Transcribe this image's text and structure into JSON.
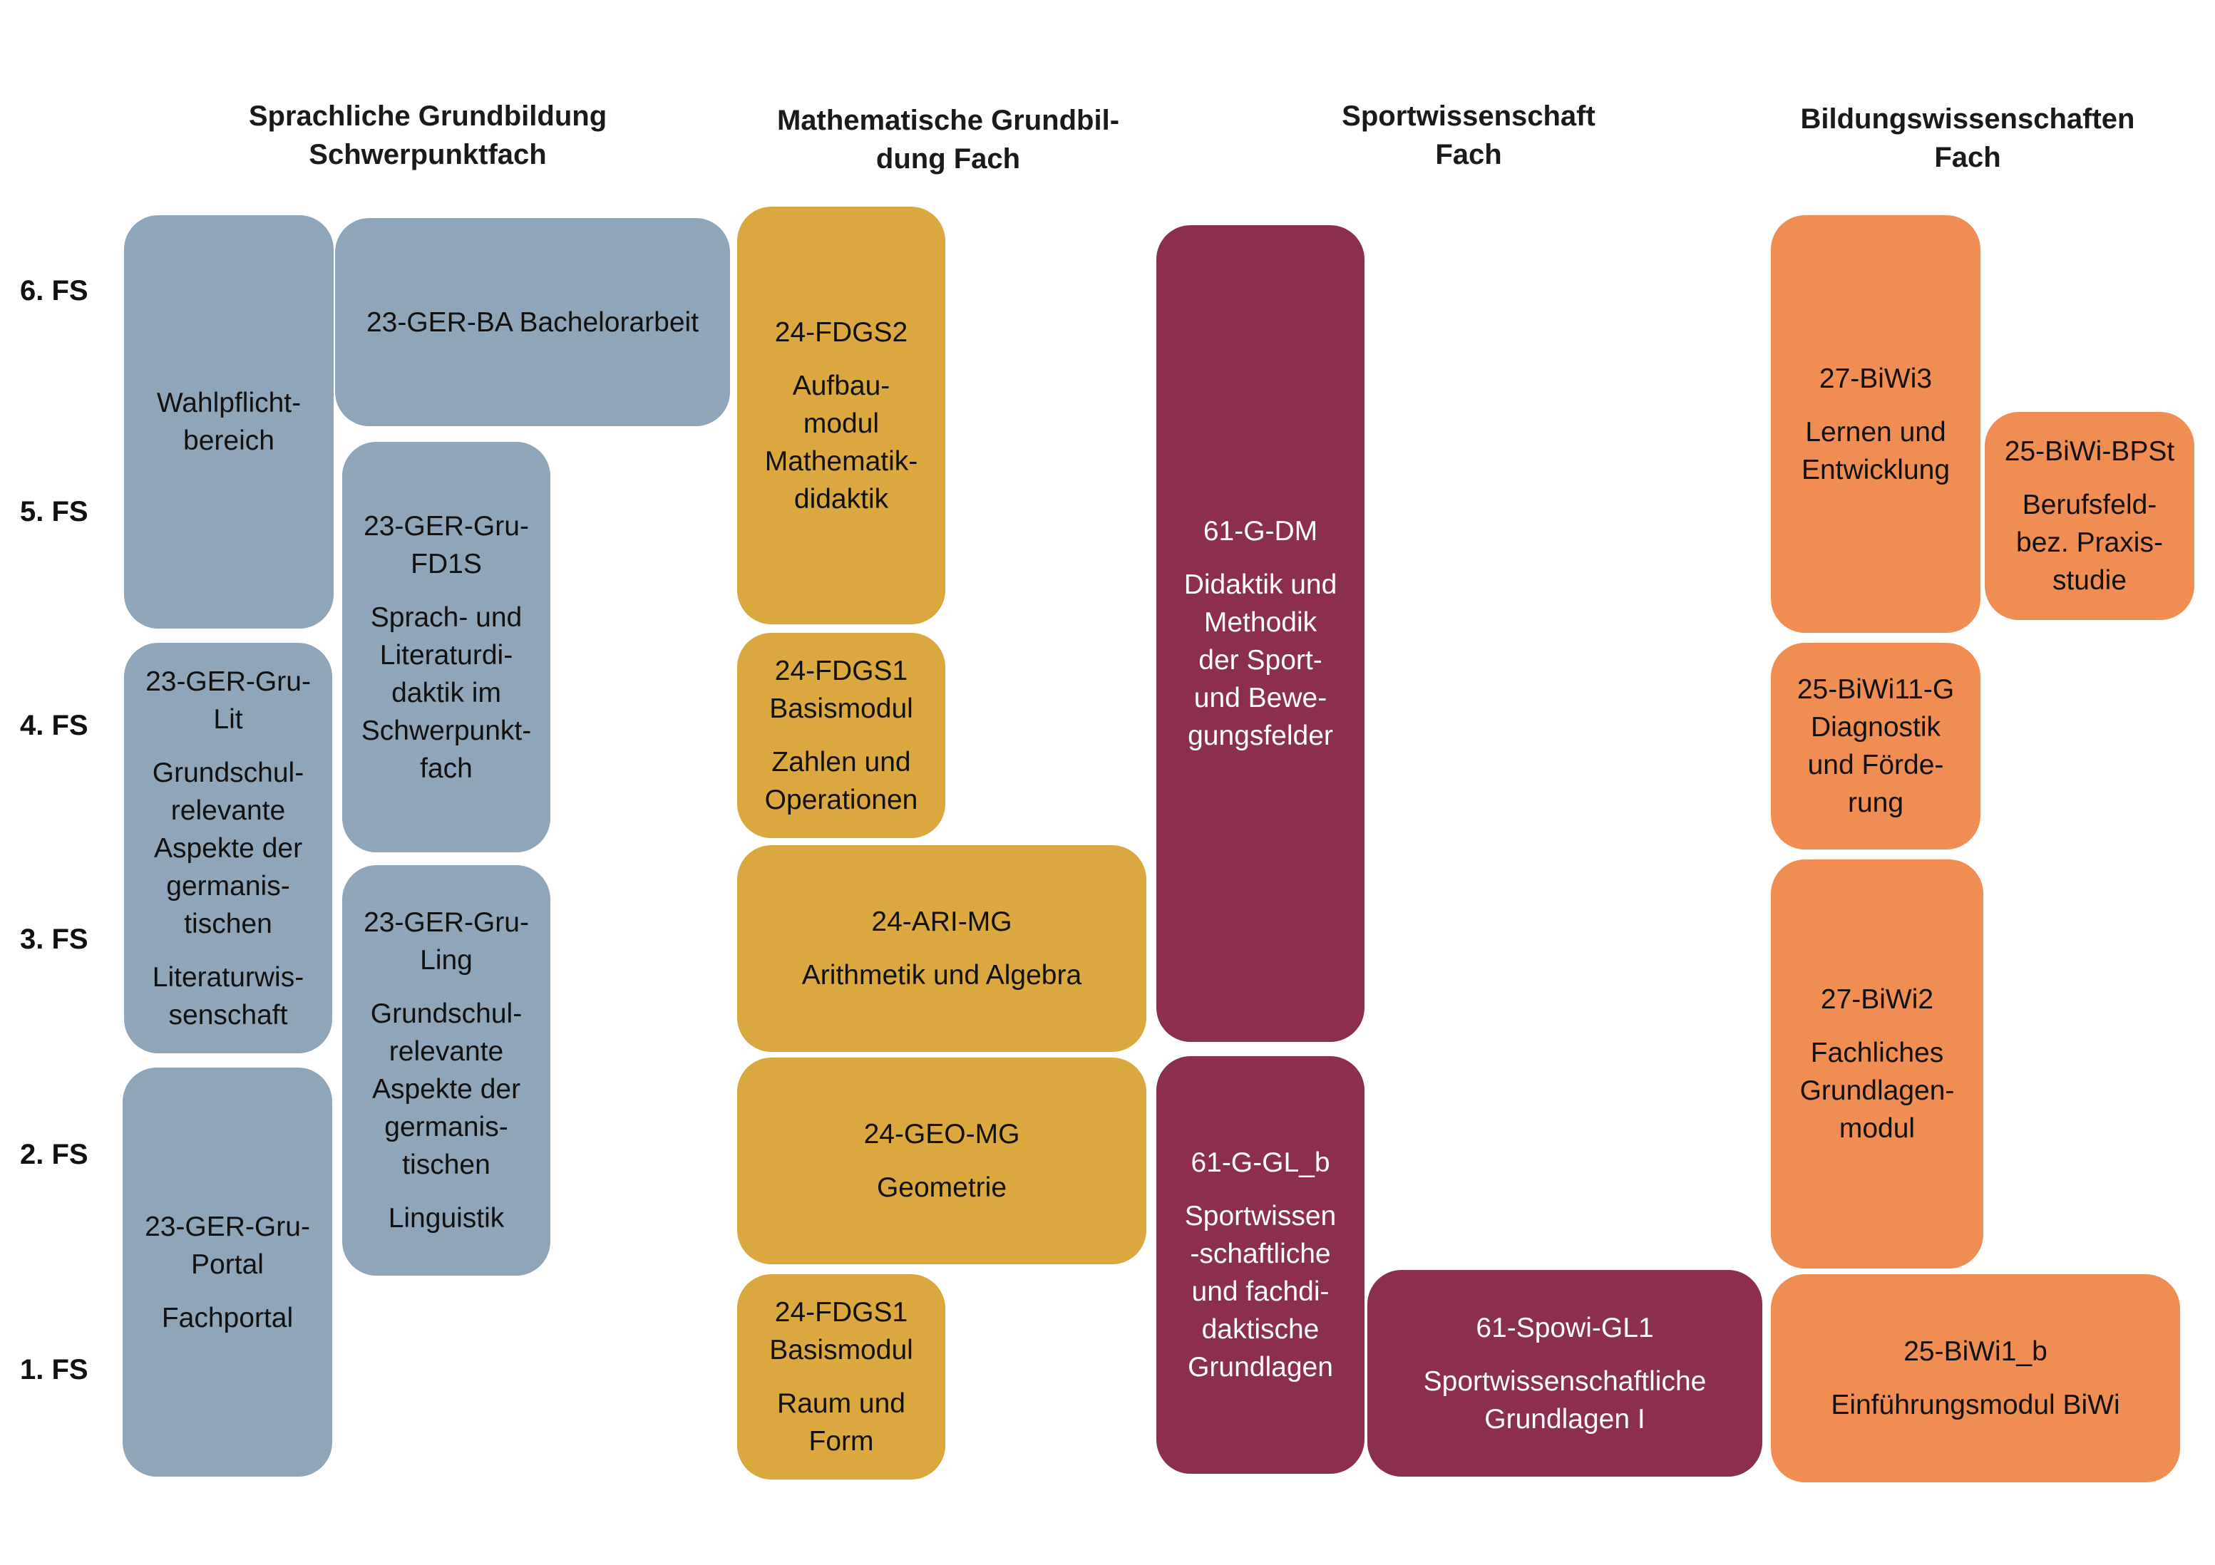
{
  "colors": {
    "gray": "#8fa5b9",
    "gold": "#dba83f",
    "wine": "#8b2e4f",
    "orange": "#ef8d52"
  },
  "headers": [
    {
      "line1": "Sprachliche Grundbildung",
      "line2": "Schwerpunktfach"
    },
    {
      "line1": "Mathematische Grundbil-",
      "line2": "dung Fach"
    },
    {
      "line1": "Sportwissenschaft",
      "line2": "Fach"
    },
    {
      "line1": "Bildungswissenschaften",
      "line2": "Fach"
    }
  ],
  "semesters": [
    "6. FS",
    "5. FS",
    "4. FS",
    "3. FS",
    "2. FS",
    "1. FS"
  ],
  "modules": {
    "wahlpflicht": {
      "title": "Wahlpflicht-\nbereich"
    },
    "ger_ba": {
      "title": "23-GER-BA Bachelorarbeit"
    },
    "ger_fd1s": {
      "code": "23-GER-Gru-\nFD1S",
      "sub": "Sprach- und\nLiteraturdi-\ndaktik im\nSchwerpunkt-\nfach"
    },
    "ger_lit": {
      "code": "23-GER-Gru-\nLit",
      "sub": "Grundschul-\nrelevante\nAspekte der\ngermanis-\ntischen",
      "sub2": "Literaturwis-\nsenschaft"
    },
    "ger_ling": {
      "code": "23-GER-Gru-\nLing",
      "sub": "Grundschul-\nrelevante\nAspekte der\ngermanis-\ntischen",
      "sub2": "Linguistik"
    },
    "ger_portal": {
      "code": "23-GER-Gru-\nPortal",
      "sub": "Fachportal"
    },
    "fdgs2": {
      "code": "24-FDGS2",
      "sub": "Aufbau-\nmodul\nMathematik-\ndidaktik"
    },
    "fdgs1_zahlen": {
      "code": "24-FDGS1\nBasismodul",
      "sub": "Zahlen und\nOperationen"
    },
    "ari_mg": {
      "code": "24-ARI-MG",
      "sub": "Arithmetik und Algebra"
    },
    "geo_mg": {
      "code": "24-GEO-MG",
      "sub": "Geometrie"
    },
    "fdgs1_raum": {
      "code": "24-FDGS1\nBasismodul",
      "sub": "Raum und\nForm"
    },
    "g_dm": {
      "code": "61-G-DM",
      "sub": "Didaktik und\nMethodik\nder Sport-\nund Bewe-\ngungsfelder"
    },
    "g_gl_b": {
      "code": "61-G-GL_b",
      "sub": "Sportwissen\n-schaftliche\nund fachdi-\ndaktische\nGrundlagen"
    },
    "spowi_gl1": {
      "code": "61-Spowi-GL1",
      "sub": "Sportwissenschaftliche\nGrundlagen I"
    },
    "biwi3": {
      "code": "27-BiWi3",
      "sub": "Lernen und\nEntwicklung"
    },
    "biwi_bpst": {
      "code": "25-BiWi-BPSt",
      "sub": "Berufsfeld-\nbez. Praxis-\nstudie"
    },
    "biwi11": {
      "code": "25-BiWi11-G\nDiagnostik\nund Förde-\nrung"
    },
    "biwi2": {
      "code": "27-BiWi2",
      "sub": "Fachliches\nGrundlagen-\nmodul"
    },
    "biwi1_b": {
      "code": "25-BiWi1_b",
      "sub": "Einführungsmodul BiWi"
    }
  }
}
